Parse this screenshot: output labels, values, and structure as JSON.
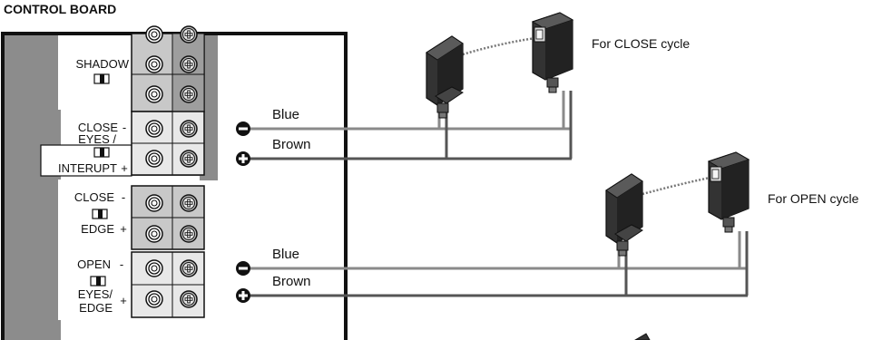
{
  "title": "CONTROL BOARD",
  "terminal_groups": {
    "shadow": {
      "label": "SHADOW"
    },
    "close_eyes_interrupt": {
      "line1": "CLOSE",
      "line2": "EYES /",
      "line3": "INTERUPT",
      "polarity_neg": "-",
      "polarity_pos": "+"
    },
    "close_edge": {
      "line1": "CLOSE",
      "line2": "EDGE",
      "polarity_neg": "-",
      "polarity_pos": "+"
    },
    "open_eyes_edge": {
      "line1": "OPEN",
      "line2": "EYES/",
      "line3": "EDGE",
      "polarity_neg": "-",
      "polarity_pos": "+"
    }
  },
  "wires": {
    "close_blue": "Blue",
    "close_brown": "Brown",
    "open_blue": "Blue",
    "open_brown": "Brown"
  },
  "sensor_sets": {
    "close": "For CLOSE cycle",
    "open": "For OPEN cycle"
  },
  "colors": {
    "board_gray": "#8c8c8c",
    "terminal_block": "#c8c8c8",
    "sensor_dark": "#3a3a3a",
    "wire_gray": "#7a7a7a",
    "wire_dark": "#555555"
  }
}
